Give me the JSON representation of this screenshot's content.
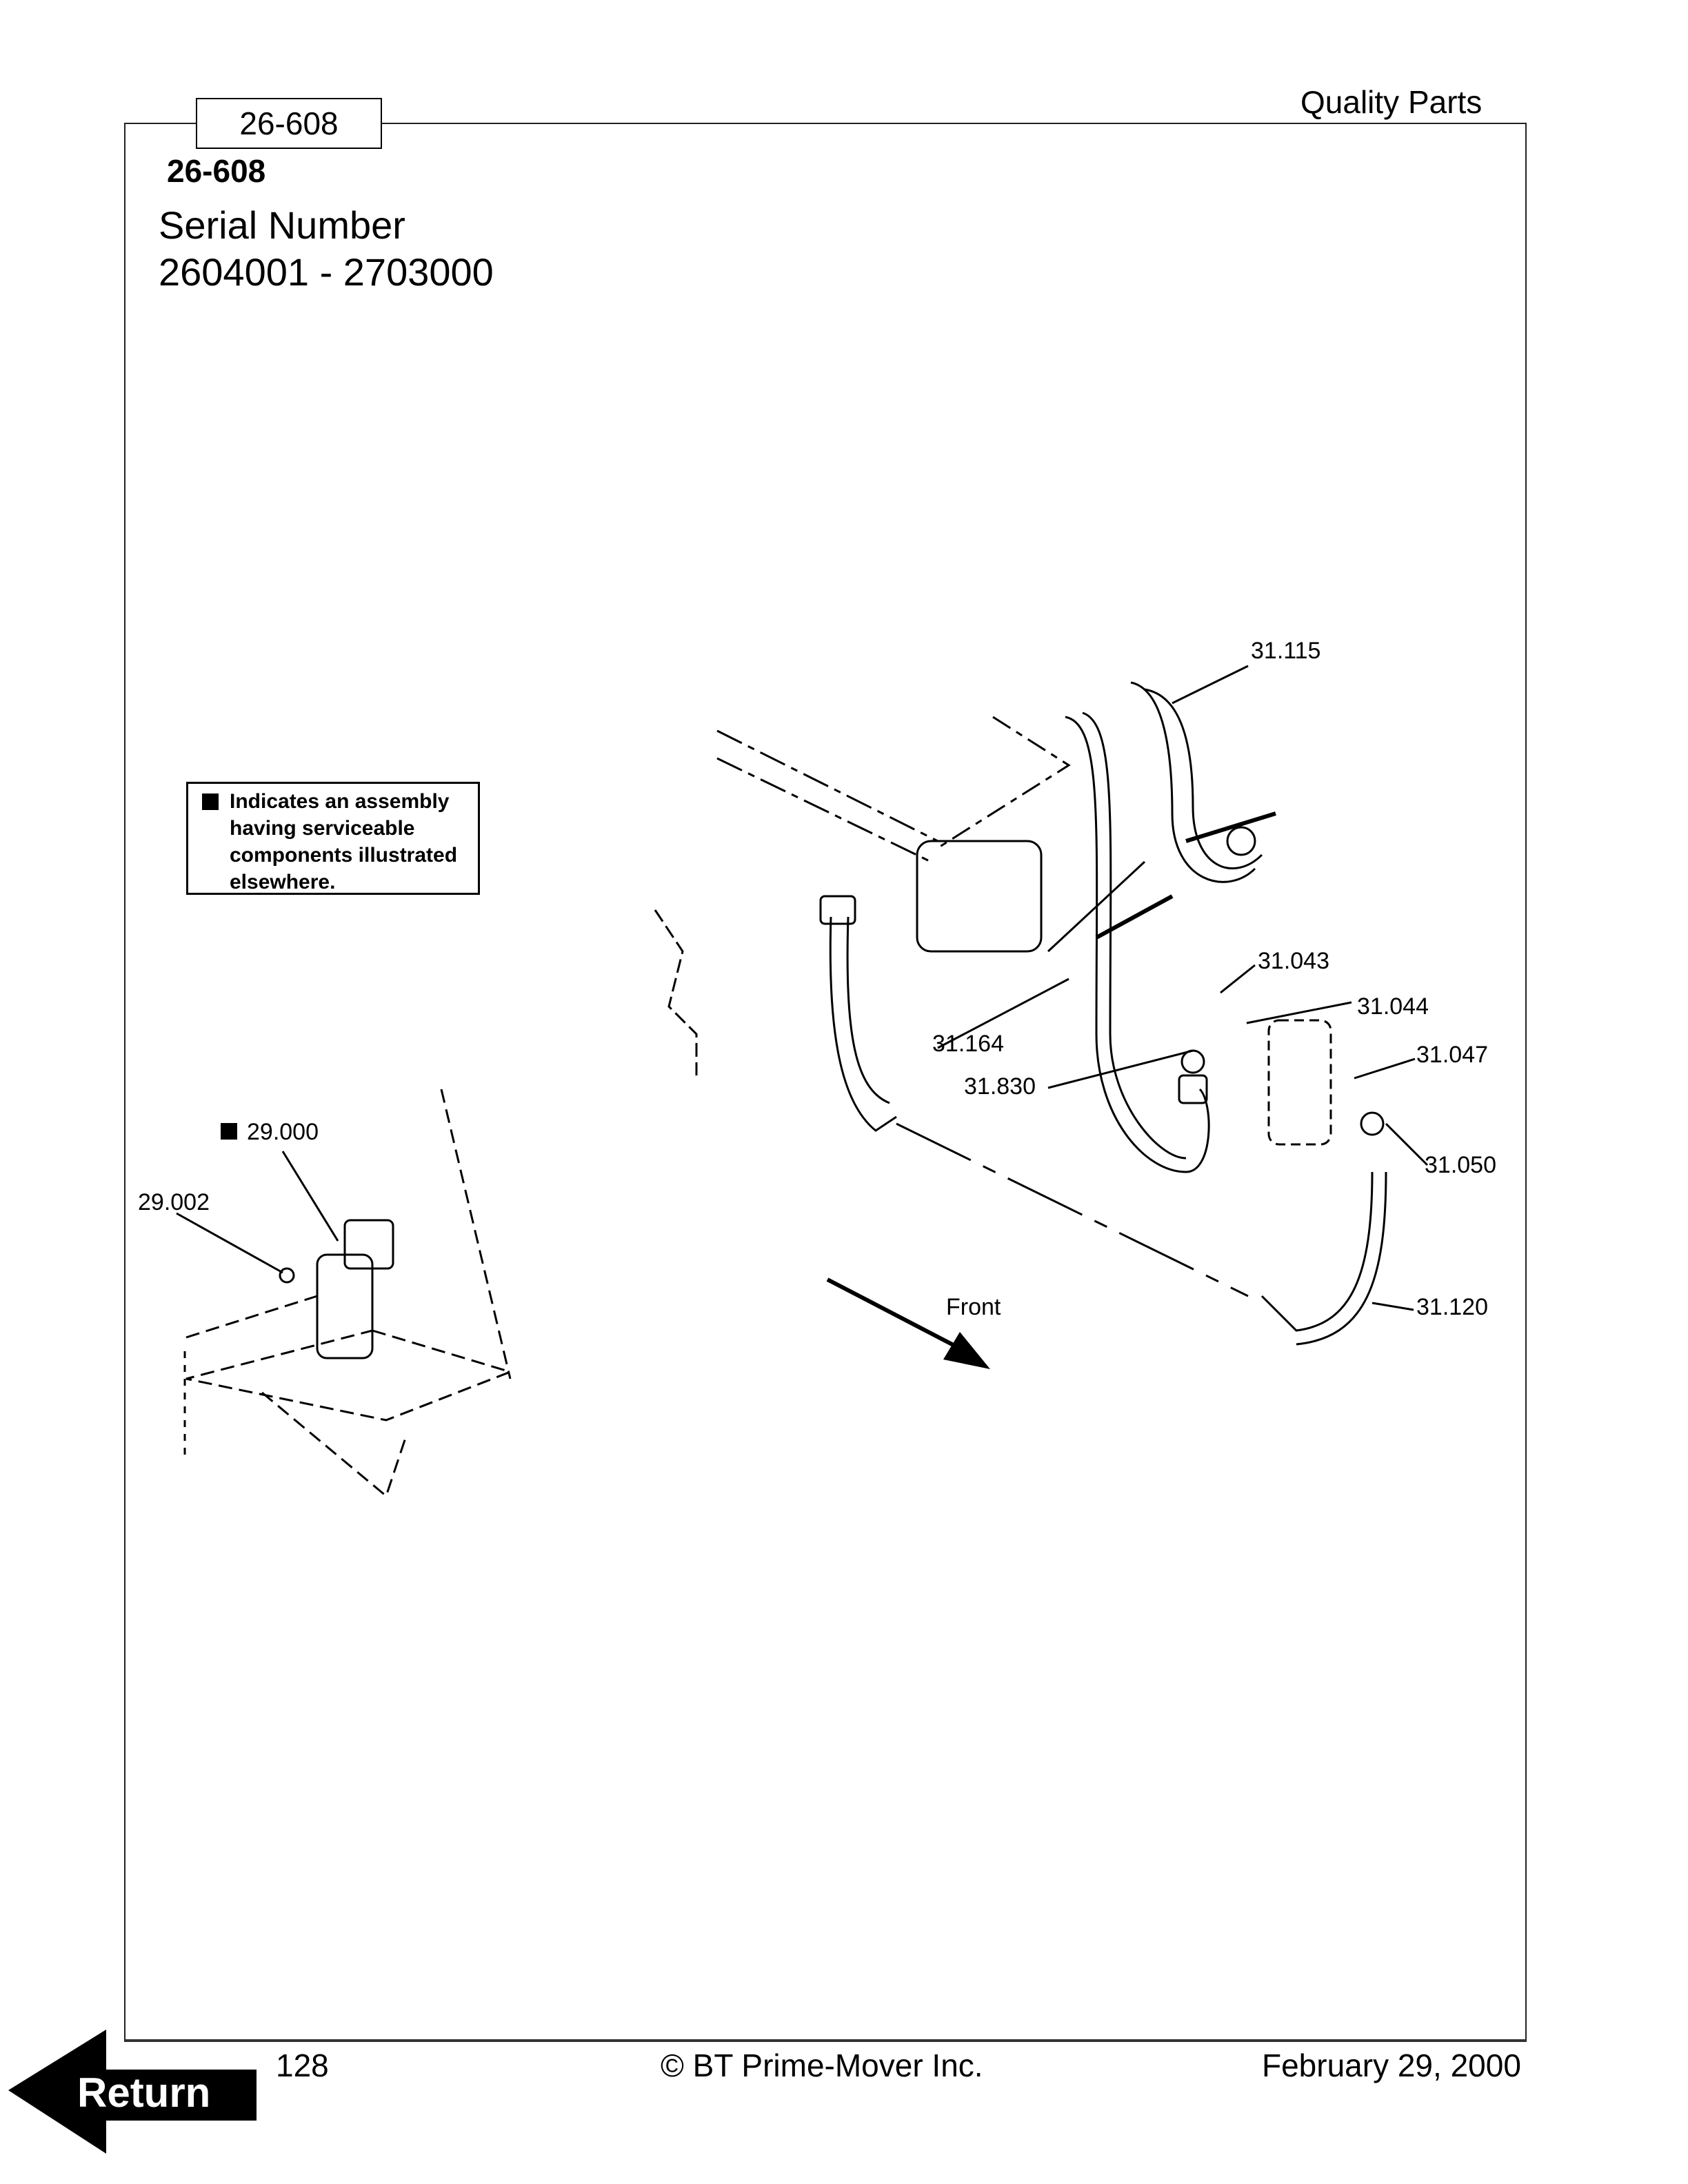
{
  "header": {
    "brand": "Quality Parts",
    "tab_label": "26-608"
  },
  "section": {
    "id": "26-608",
    "serial_label": "Serial Number",
    "serial_range": "2604001 - 2703000"
  },
  "legend": {
    "lines": [
      "Indicates an assembly",
      "having serviceable",
      "components illustrated",
      "elsewhere."
    ]
  },
  "callouts": {
    "c31_115": "31.115",
    "c31_043": "31.043",
    "c31_044": "31.044",
    "c31_047": "31.047",
    "c31_164": "31.164",
    "c31_830": "31.830",
    "c31_050": "31.050",
    "c31_120": "31.120",
    "c29_000": "29.000",
    "c29_002": "29.002",
    "front": "Front"
  },
  "footer": {
    "page": "128",
    "copyright": "© BT Prime-Mover Inc.",
    "date": "February 29, 2000",
    "return_label": "Return"
  }
}
